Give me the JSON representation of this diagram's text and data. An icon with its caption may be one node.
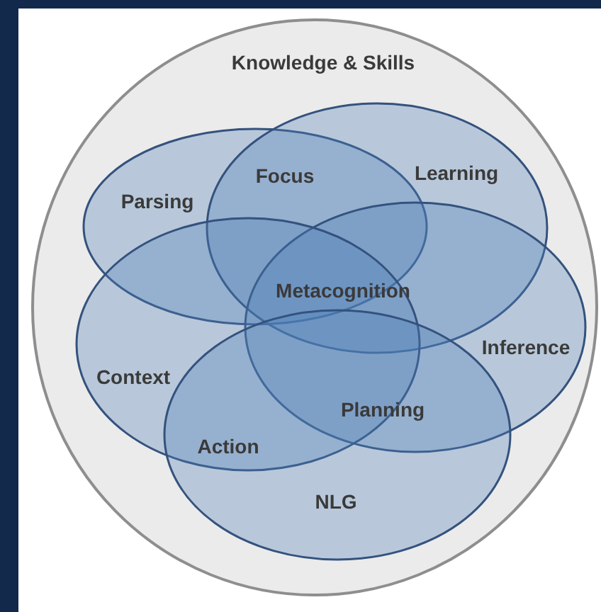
{
  "diagram": {
    "nodes": [
      {
        "text": [
          "Knowledge & Skills"
        ]
      },
      {
        "text": [
          "Parsing"
        ],
        "in": 0
      },
      {
        "text": [
          "Learning"
        ],
        "in": 0
      },
      {
        "text": [
          "Inference"
        ],
        "in": 0
      },
      {
        "text": [
          "Context"
        ],
        "in": 0
      },
      {
        "text": [
          "NLG"
        ],
        "in": 0
      }
    ],
    "labels": [
      "Focus",
      "Metacognition",
      "Planning",
      "Action"
    ]
  }
}
